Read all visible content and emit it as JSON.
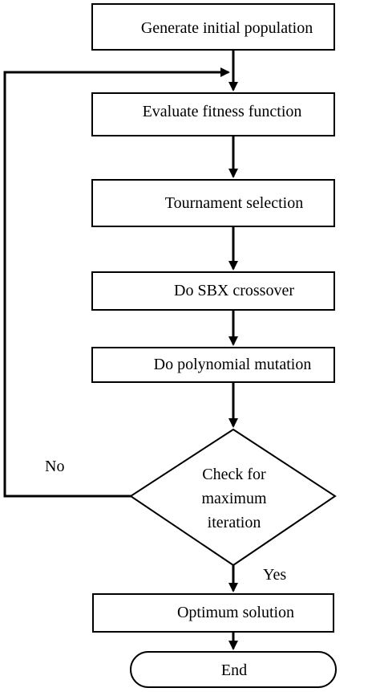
{
  "flowchart": {
    "steps": {
      "generate": "Generate initial population",
      "evaluate": "Evaluate fitness function",
      "tournament": "Tournament selection",
      "crossover": "Do SBX crossover",
      "mutation": "Do polynomial mutation",
      "optimum": "Optimum solution",
      "end": "End"
    },
    "decision": {
      "line1": "Check for",
      "line2": "maximum",
      "line3": "iteration"
    },
    "labels": {
      "no": "No",
      "yes": "Yes"
    },
    "colors": {
      "stroke": "#000000",
      "fill": "#ffffff",
      "text": "#000000"
    }
  }
}
